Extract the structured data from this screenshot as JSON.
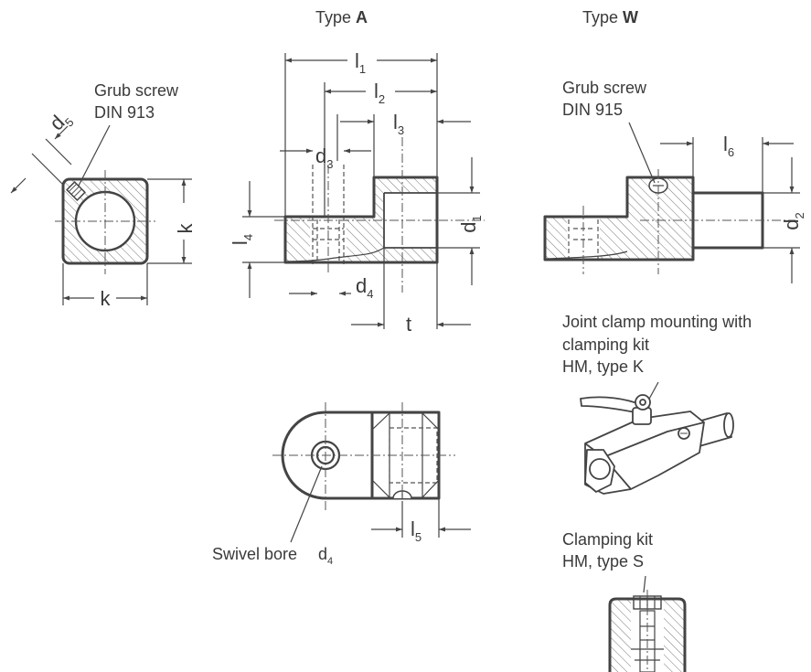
{
  "views": {
    "type_a": {
      "prefix": "Type ",
      "letter": "A"
    },
    "type_w": {
      "prefix": "Type ",
      "letter": "W"
    }
  },
  "labels": {
    "grub_screw_913": "Grub screw",
    "din_913": "DIN 913",
    "grub_screw_915": "Grub screw",
    "din_915": "DIN 915",
    "swivel_bore": "Swivel bore",
    "joint_clamp_line1": "Joint clamp mounting with",
    "joint_clamp_line2": "clamping kit",
    "joint_clamp_line3": "HM, type K",
    "clamping_kit_line1": "Clamping kit",
    "clamping_kit_line2": "HM, type S"
  },
  "dimensions": {
    "l1": {
      "base": "l",
      "sub": "1"
    },
    "l2": {
      "base": "l",
      "sub": "2"
    },
    "l3": {
      "base": "l",
      "sub": "3"
    },
    "l4": {
      "base": "l",
      "sub": "4"
    },
    "l5": {
      "base": "l",
      "sub": "5"
    },
    "l6": {
      "base": "l",
      "sub": "6"
    },
    "d1": {
      "base": "d",
      "sub": "1"
    },
    "d2": {
      "base": "d",
      "sub": "2"
    },
    "d3": {
      "base": "d",
      "sub": "3"
    },
    "d4": {
      "base": "d",
      "sub": "4"
    },
    "d4_swivel": {
      "base": "d",
      "sub": "4"
    },
    "d5": {
      "base": "d",
      "sub": "5"
    },
    "k_vertical": "k",
    "k_horizontal": "k",
    "t": "t"
  }
}
